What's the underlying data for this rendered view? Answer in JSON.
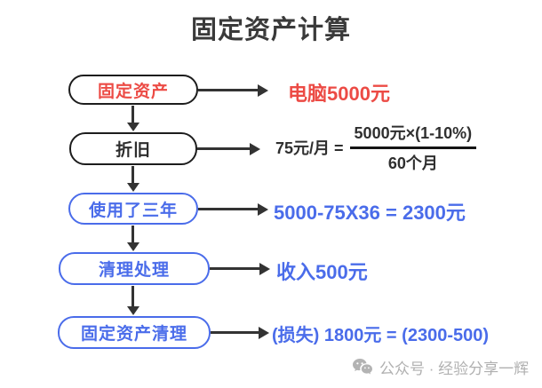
{
  "title": "固定资产计算",
  "flow": {
    "nodes": [
      {
        "label": "固定资产",
        "result": "电脑5000元"
      },
      {
        "label": "折旧",
        "result_lhs": "75元/月 =",
        "result_numerator": "5000元×(1-10%)",
        "result_denominator": "60个月"
      },
      {
        "label": "使用了三年",
        "result": "5000-75X36 = 2300元"
      },
      {
        "label": "清理处理",
        "result": "收入500元"
      },
      {
        "label": "固定资产清理",
        "result": "(损失) 1800元 =  (2300-500)"
      }
    ]
  },
  "colors": {
    "red": "#ec4b45",
    "blue": "#4a6cea",
    "dark": "#2d2d2d",
    "arrow": "#333333",
    "watermark_gray": "#b0b0b0"
  },
  "watermark": {
    "icon": "wechat-icon",
    "text": "公众号 · 经验分享一辉"
  }
}
